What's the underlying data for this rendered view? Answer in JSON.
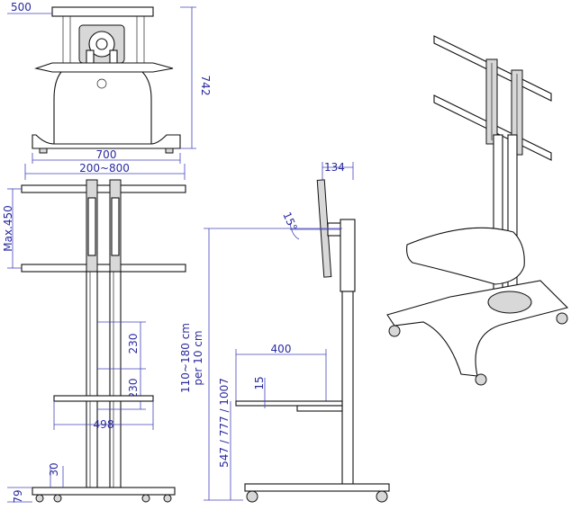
{
  "title": "",
  "dimensions": {
    "top_width": "500",
    "top_height": "742",
    "base_width": "700",
    "bracket_width": "200~800",
    "bracket_max": "Max.450",
    "bracket_tilt_depth": "134",
    "tilt_angle": "15°",
    "column_spacing_1": "230",
    "column_spacing_2": "230",
    "shelf_width_front": "498",
    "base_gap": "30",
    "caster_height": "79",
    "height_range": "110~180 cm",
    "height_step": "per 10 cm",
    "shelf_heights": "547 / 777 / 1007",
    "shelf_width_side": "400",
    "shelf_thickness": "15"
  },
  "colors": {
    "dimension": "#2a2aa0",
    "line": "#111111"
  }
}
